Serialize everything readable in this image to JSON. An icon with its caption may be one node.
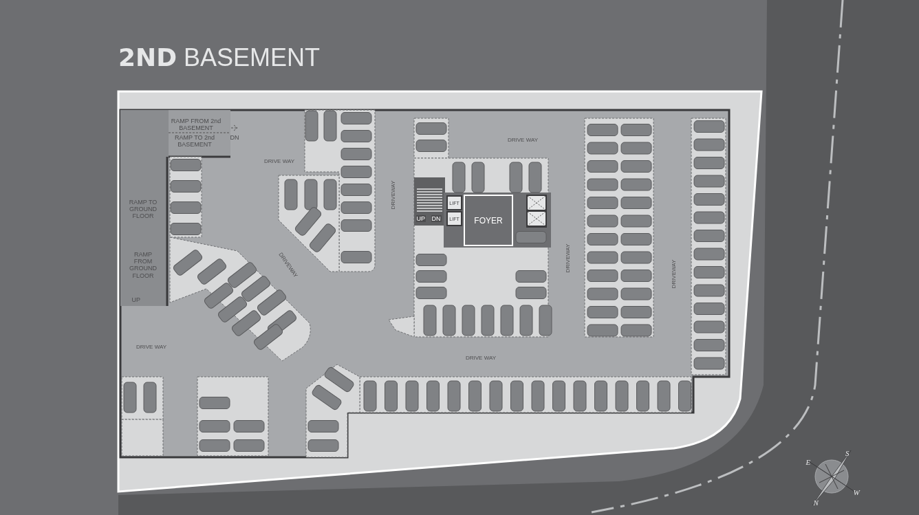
{
  "diagram": {
    "title": "**2ND** BASEMENT",
    "nodes": [
      {
        "text": [
          "LIFT"
        ]
      },
      {
        "text": [
          "LIFT"
        ]
      },
      {
        "text": [
          "FOYER"
        ]
      }
    ],
    "labels": [
      "RAMP FROM 2nd BASEMENT",
      "DN",
      "RAMP TO 2nd BASEMENT",
      "DRIVE WAY",
      "DRIVE WAY",
      "DRIVEWAY",
      "RAMP TO GROUND FLOOR",
      "UP",
      "DN",
      "RAMP FROM GROUND FLOOR",
      "DRIVEWAY",
      "DRIVEWAY",
      "DRIVEWAY",
      "UP",
      "DRIVE WAY",
      "DRIVE WAY",
      "S",
      "E",
      "W",
      "N"
    ]
  }
}
